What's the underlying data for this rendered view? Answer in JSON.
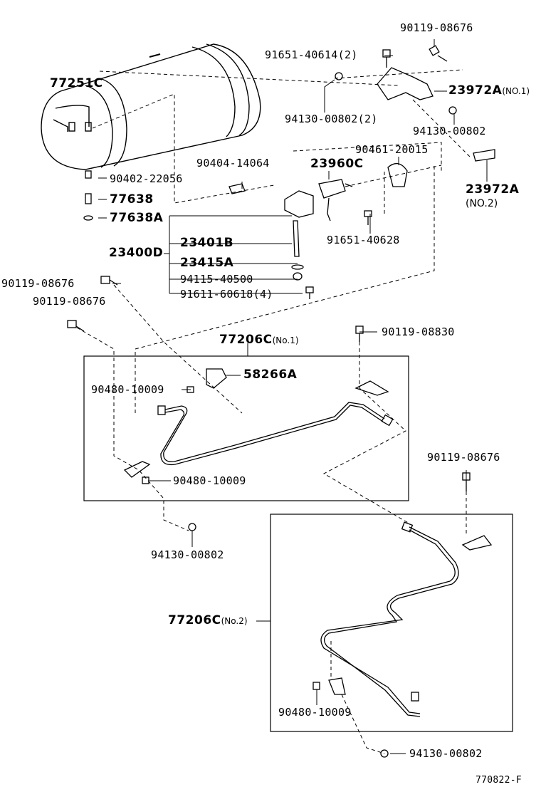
{
  "parts": {
    "p77251c": "77251C",
    "p90402_22056": "90402-22056",
    "p77638": "77638",
    "p77638a": "77638A",
    "p91651_40614": "91651-40614(2)",
    "p90119_08676_top": "90119-08676",
    "p94130_00802_2": "94130-00802(2)",
    "p23972a_no1_code": "23972A",
    "p23972a_no1_sub": "(NO.1)",
    "p94130_00802_r": "94130-00802",
    "p90461_20015": "90461-20015",
    "p23960c": "23960C",
    "p90404_14064": "90404-14064",
    "p23972a_no2_code": "23972A",
    "p23972a_no2_sub": "(NO.2)",
    "p91651_40628": "91651-40628",
    "p23401b": "23401B",
    "p23400d": "23400D",
    "p23415a": "23415A",
    "p94115_40500": "94115-40500",
    "p91611_60618": "91611-60618(4)",
    "p90119_08676_l1": "90119-08676",
    "p90119_08676_l2": "90119-08676",
    "p77206c_no1_code": "77206C",
    "p77206c_no1_sub": "(No.1)",
    "p90119_08830": "90119-08830",
    "p58266a": "58266A",
    "p90480_10009_a": "90480-10009",
    "p90480_10009_b": "90480-10009",
    "p90119_08676_r": "90119-08676",
    "p94130_00802_m": "94130-00802",
    "p77206c_no2_code": "77206C",
    "p77206c_no2_sub": "(No.2)",
    "p90480_10009_c": "90480-10009",
    "p94130_00802_b": "94130-00802"
  },
  "footer": {
    "ref": "770822-F"
  }
}
